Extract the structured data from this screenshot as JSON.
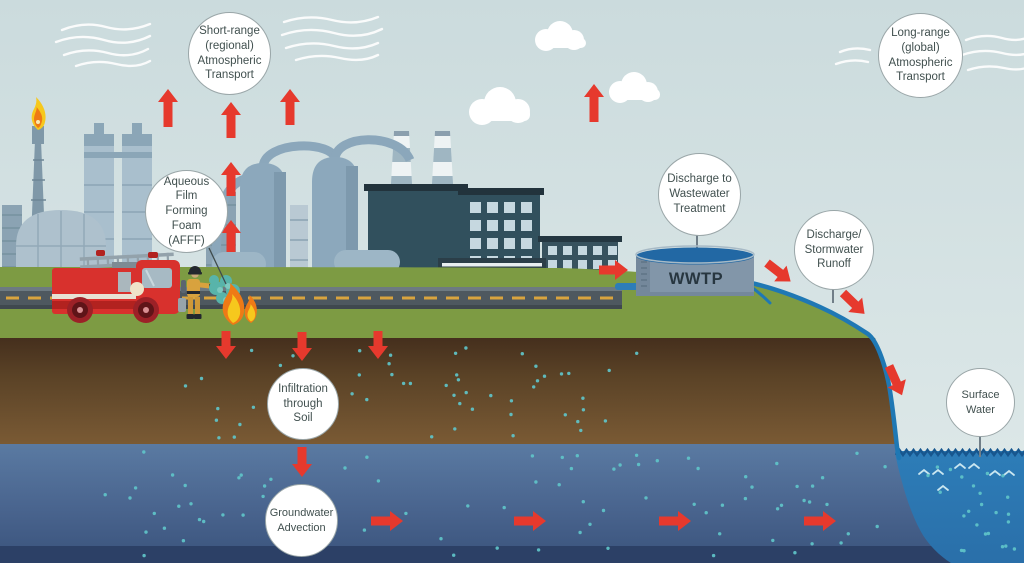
{
  "scene": {
    "callouts": {
      "short_range": "Short-range (regional) Atmospheric Transport",
      "long_range": "Long-range (global) Atmospheric Transport",
      "afff": "Aqueous Film Forming Foam (AFFF)",
      "wwtp_discharge": "Discharge to Wastewater Treatment",
      "stormwater": "Discharge/ Stormwater Runoff",
      "surface_water": "Surface Water",
      "infiltration": "Infiltration through Soil",
      "groundwater": "Groundwater Advection"
    },
    "labels": {
      "wwtp_tank": "WWTP"
    },
    "colors": {
      "arrow_red": "#e6392d",
      "grass": "#7d9b43",
      "soil_top": "#452f1d",
      "soil_bottom": "#7a5a34",
      "groundwater_top": "#5a7aa2",
      "groundwater_bottom": "#3a537c",
      "groundwater_deep": "#2c4066",
      "surface_water": "#2d7db8",
      "sky_top": "#cbdbdd",
      "sky_bottom": "#e0eaea",
      "particle": "#5fc4c9",
      "foam": "#58b4aa",
      "flame_orange": "#ee7a16",
      "flame_yellow": "#f6c81d",
      "truck_red": "#d8312d"
    }
  }
}
